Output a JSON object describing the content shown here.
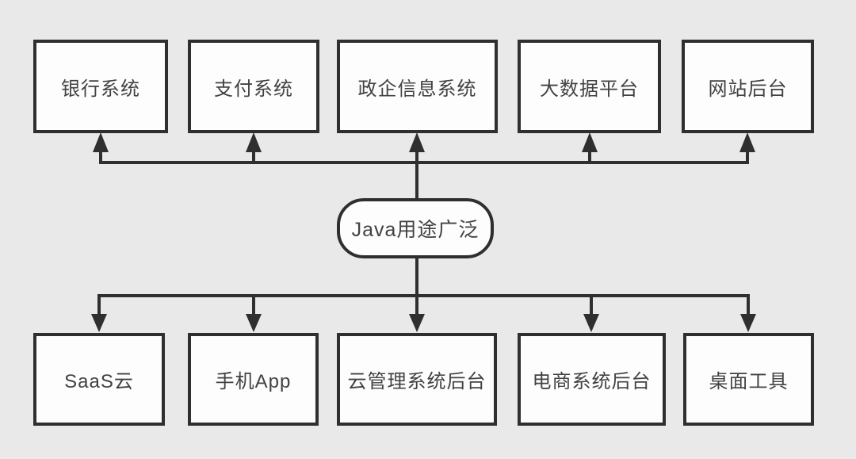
{
  "diagram": {
    "center_node": {
      "label": "Java用途广泛"
    },
    "top_nodes": [
      {
        "label": "银行系统"
      },
      {
        "label": "支付系统"
      },
      {
        "label": "政企信息系统"
      },
      {
        "label": "大数据平台"
      },
      {
        "label": "网站后台"
      }
    ],
    "bottom_nodes": [
      {
        "label": "SaaS云"
      },
      {
        "label": "手机App"
      },
      {
        "label": "云管理系统后台"
      },
      {
        "label": "电商系统后台"
      },
      {
        "label": "桌面工具"
      }
    ],
    "colors": {
      "background": "#e9e9e9",
      "node_fill": "#fdfdfd",
      "line": "#2f2f2f",
      "text": "#424242"
    }
  }
}
